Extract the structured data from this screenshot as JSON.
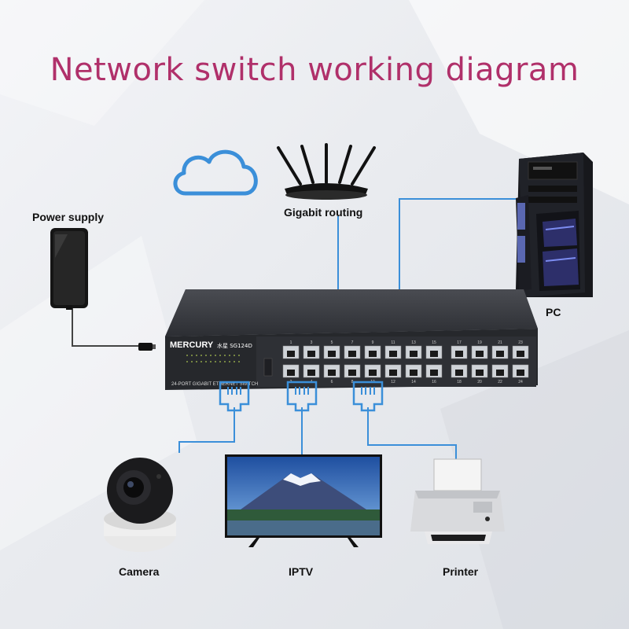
{
  "title": "Network switch working diagram",
  "labels": {
    "power_supply": "Power supply",
    "gigabit_routing": "Gigabit routing",
    "pc": "PC",
    "camera": "Camera",
    "iptv": "IPTV",
    "printer": "Printer"
  },
  "switch": {
    "brand": "MERCURY",
    "model": "水星 SG124D",
    "subtitle": "24-PORT GIGABIT ETHERNET SWITCH",
    "port_numbers_top": [
      "1",
      "3",
      "5",
      "7",
      "9",
      "11",
      "13",
      "15",
      "17",
      "19",
      "21",
      "23"
    ],
    "port_numbers_bottom": [
      "2",
      "4",
      "6",
      "8",
      "10",
      "12",
      "14",
      "16",
      "18",
      "20",
      "22",
      "24"
    ]
  },
  "colors": {
    "title": "#b0306a",
    "wire": "#3b8fd9",
    "switch_body": "#2b2d31"
  }
}
